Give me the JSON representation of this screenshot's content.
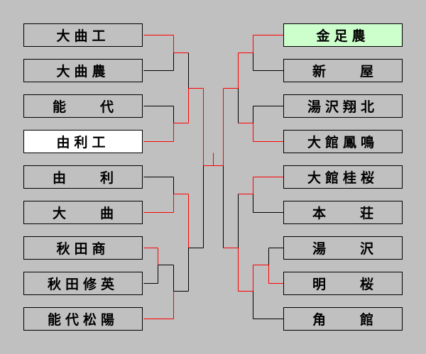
{
  "left": [
    {
      "name": "大曲工"
    },
    {
      "name": "大曲農"
    },
    {
      "name": "能代",
      "spread": true
    },
    {
      "name": "由利工",
      "bg": "white"
    },
    {
      "name": "由利",
      "spread": true
    },
    {
      "name": "大曲",
      "spread": true
    },
    {
      "name": "秋田商"
    },
    {
      "name": "秋田修英"
    },
    {
      "name": "能代松陽"
    }
  ],
  "right": [
    {
      "name": "金足農",
      "bg": "green"
    },
    {
      "name": "新屋",
      "spread": true
    },
    {
      "name": "湯沢翔北"
    },
    {
      "name": "大館鳳鳴"
    },
    {
      "name": "大館桂桜"
    },
    {
      "name": "本荘",
      "spread": true
    },
    {
      "name": "湯沢",
      "spread": true
    },
    {
      "name": "明桜",
      "spread": true
    },
    {
      "name": "角館",
      "spread": true
    }
  ],
  "colors": {
    "win": "#ff0000",
    "lose": "#000000",
    "background": "#c0c0c0"
  }
}
